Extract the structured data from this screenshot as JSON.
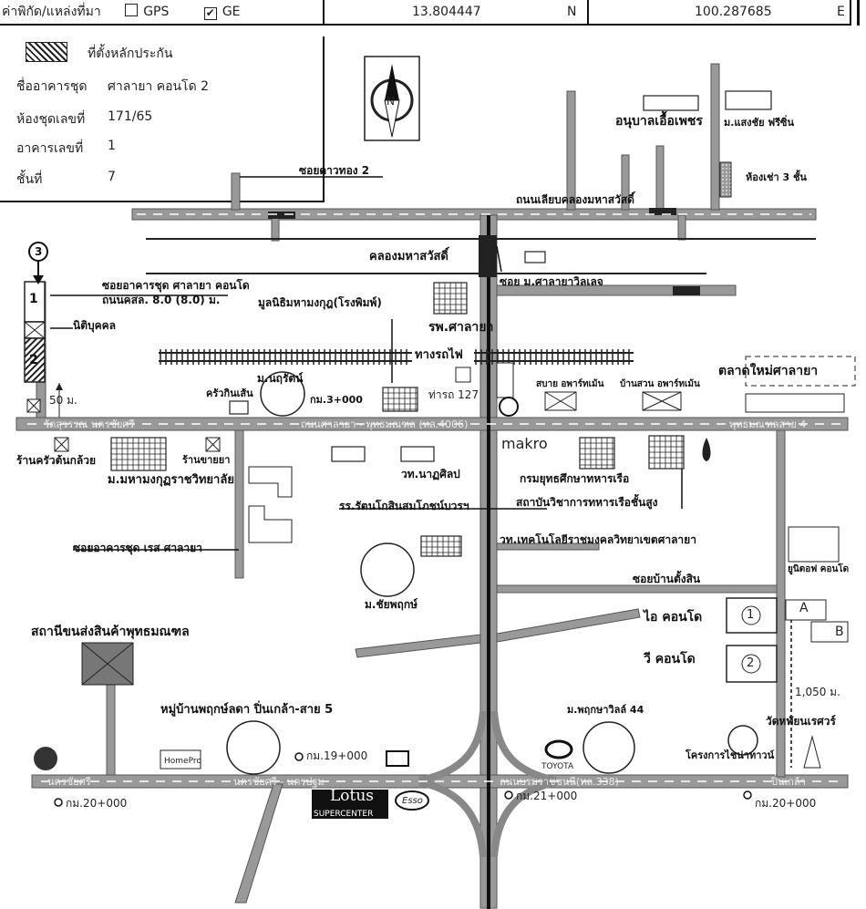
{
  "header": {
    "coord_label": "ค่าพิกัด/แหล่งที่มา",
    "gps_label": "GPS",
    "gps_checked": false,
    "ge_label": "GE",
    "ge_checked": true,
    "lat": "13.804447",
    "lat_dir": "N",
    "lon": "100.287685",
    "lon_dir": "E"
  },
  "info": {
    "legend_label": "ที่ตั้งหลักประกัน",
    "rows": [
      {
        "label": "ชื่ออาคารชุด",
        "value": "ศาลายา คอนโด 2"
      },
      {
        "label": "ห้องชุดเลขที่",
        "value": "171/65"
      },
      {
        "label": "อาคารเลขที่",
        "value": "1"
      },
      {
        "label": "ชั้นที่",
        "value": "7"
      }
    ]
  },
  "compass": {
    "letter": "N"
  },
  "labels": {
    "anuban": "อนุบาลเอื้อเพชร",
    "saengchai": "ม.แสงชัย ฟรีซิ่น",
    "rowhouse": "ห้องเช่า 3 ชั้น",
    "soi_kaewthong": "ซอยดาวทอง 2",
    "road_liap": "ถนนเลียบคลองมหาสวัสดิ์",
    "canal": "คลองมหาสวัสดิ์",
    "soi_salaya_village": "ซอย ม.ศาลายาวิลเลจ",
    "soi_condo": "ซอยอาคารชุด ศาลายา คอนโด",
    "road_width": "ถนนคสล. 8.0 (8.0) ม.",
    "juristic": "นิติบุคคล",
    "foundation": "มูลนิธิมหามงกุฎ(โรงพิมพ์)",
    "hospital": "รพ.ศาลายา",
    "railway": "ทางรถไฟ",
    "market": "ตลาดใหม่ศาลายา",
    "sabai": "สบาย อพาร์ทเม้น",
    "bansuan": "บ้านสวน อพาร์ทเม้น",
    "bus": "ท่ารถ 127",
    "km3": "กม.3+000",
    "dist50": "50 ม.",
    "nutharat": "ม.นฤรัตน์",
    "kitchen": "ครัวกินเส้น",
    "road_main_left": "วัดสุวรรณ นครชัยศรี",
    "road_main_mid": "ถนนศาลายา - พุทธมณฑล (ทล.4006)",
    "road_main_right": "พุทธมณฑลสาย 4",
    "banana": "ร้านครัวต้นกล้วย",
    "mahamakut": "ม.มหามงกุฏราชวิทยาลัย",
    "shop": "ร้านขายยา",
    "nattasin": "วท.นาฏศิลป",
    "makro": "makro",
    "navy_ed": "กรมยุทธศึกษาทหารเรือ",
    "navy_inst": "สถาบันวิชาการทหารเรือชั้นสูง",
    "rattana": "รร.รัตนโกสินสมโภชน์บวรฯ",
    "soi_rest": "ซอยอาคารชุด เรส ศาลายา",
    "tech": "วท.เทคโนโลยีราชมงคลวิทยาเขตศาลายา",
    "chaiyaphruek": "ม.ชัยพฤกษ์",
    "unit": "ยูนิตอฟ คอนโด",
    "soi_bantangsin": "ซอยบ้านตั้งสิน",
    "i_condo": "ไอ คอนโด",
    "v_condo": "วี คอนโด",
    "dist1050": "1,050 ม.",
    "wat": "วัดหทัยนเรศวร์",
    "station": "สถานีขนส่งสินค้าพุทธมณฑล",
    "pruksa": "หมู่บ้านพฤกษ์ลดา ปิ่นเกล้า-สาย 5",
    "pruksa44": "ม.พฤกษาวิลล์ 44",
    "project": "โครงการไชน่าทาวน์",
    "km19": "กม.19+000",
    "km20_left": "กม.20+000",
    "km21": "กม.21+000",
    "km20_right": "กม.20+000",
    "road_bottom_left": "นครชัยศรี",
    "road_bottom_mid": "นครชัยศรี - นครปฐม",
    "road_bottom_right": "ถนนบรมราชชนนี(ทล.338)",
    "road_bottom_far": "ปิ่นเกล้า",
    "lotus": "Lotus",
    "supercenter": "SUPERCENTER",
    "homepro": "HomePro",
    "toyota": "TOYOTA",
    "esso": "Esso",
    "marker3": "3",
    "marker1": "1",
    "marker2": "2",
    "bldg1": "1",
    "bldg2": "2",
    "box_a": "A",
    "box_b": "B"
  }
}
